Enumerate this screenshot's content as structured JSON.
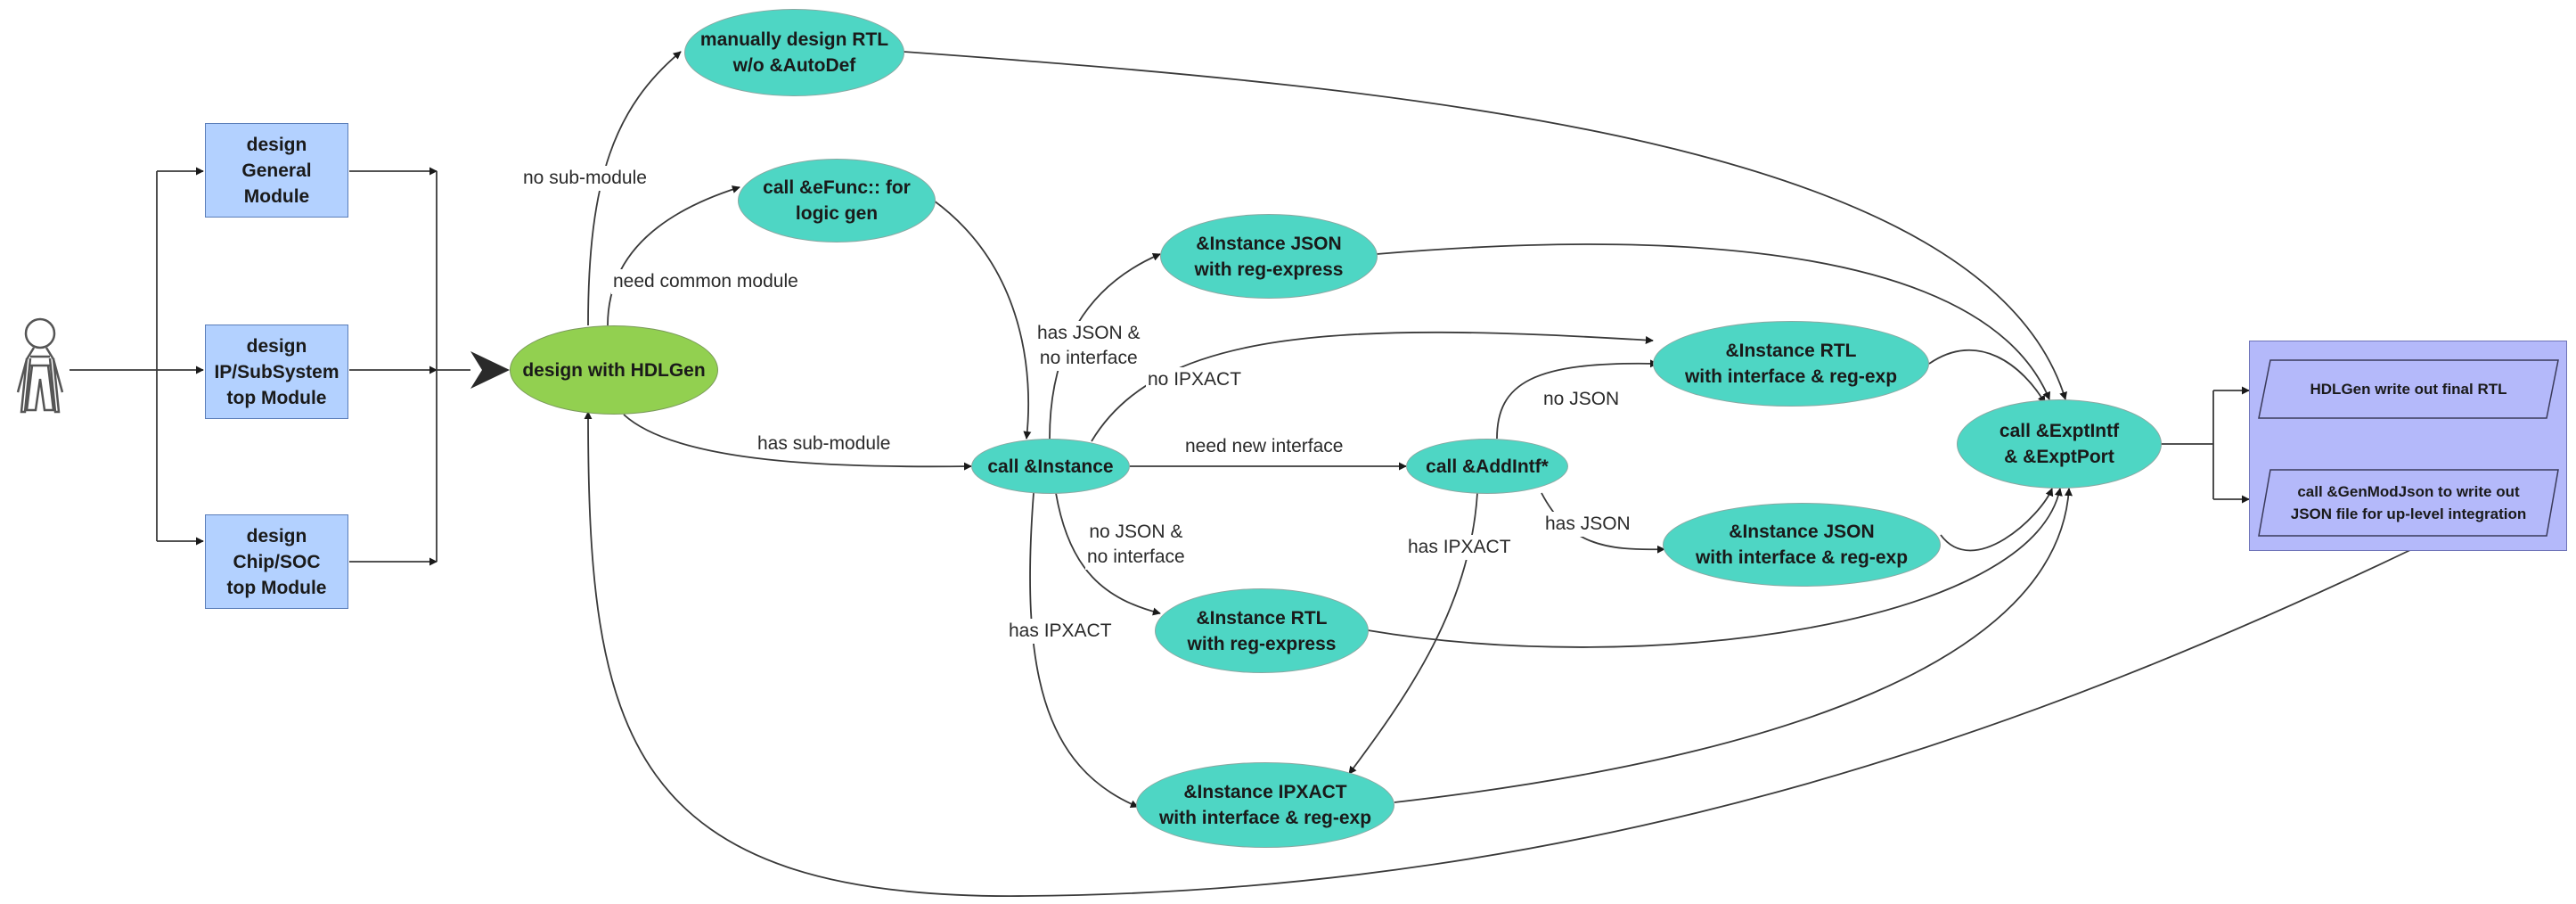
{
  "actor": {
    "icon": "person-icon"
  },
  "nodes": {
    "design_general": "design\nGeneral\nModule",
    "design_ip": "design\nIP/SubSystem\ntop Module",
    "design_chip": "design\nChip/SOC\ntop Module",
    "hdlgen": "design with HDLGen",
    "manual_rtl": "manually design RTL\nw/o &AutoDef",
    "efunc": "call &eFunc:: for\nlogic gen",
    "instance_json_regex": "&Instance JSON\nwith reg-express",
    "call_instance": "call &Instance",
    "instance_rtl_intf": "&Instance RTL\nwith interface & reg-exp",
    "call_addintf": "call &AddIntf*",
    "instance_json_intf": "&Instance JSON\nwith interface & reg-exp",
    "instance_rtl_regex": "&Instance RTL\nwith reg-express",
    "instance_ipxact": "&Instance IPXACT\nwith interface & reg-exp",
    "expt": "call &ExptIntf\n&  &ExptPort",
    "write_rtl": "HDLGen write out final RTL",
    "write_json": "call &GenModJson to write out\nJSON file for up-level integration"
  },
  "edge_labels": {
    "no_submodule": "no sub-module",
    "need_common": "need common module",
    "has_submodule": "has sub-module",
    "has_json_no_intf": "has JSON &\nno interface",
    "no_ipxact": "no IPXACT",
    "need_new_intf": "need new interface",
    "no_json_no_intf": "no JSON &\nno interface",
    "has_ipxact_1": "has IPXACT",
    "no_json": "no JSON",
    "has_json": "has JSON",
    "has_ipxact_2": "has IPXACT"
  },
  "colors": {
    "rect_fill": "#b3d1ff",
    "ellipse_fill": "#4ed6c4",
    "start_fill": "#92d050",
    "output_group_fill": "#b4b9fa",
    "edge_stroke": "#3a3a3a"
  }
}
